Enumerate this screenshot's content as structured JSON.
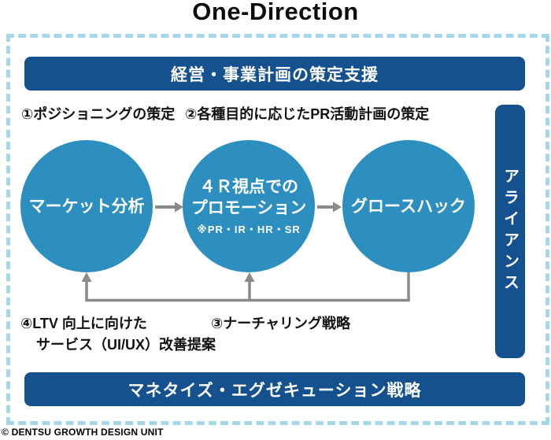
{
  "title": "One-Direction",
  "top_banner": {
    "label": "経営・事業計画の策定支援"
  },
  "bottom_banner": {
    "label": "マネタイズ・エグゼキューション戦略"
  },
  "side_bar": {
    "label": "アライアンス"
  },
  "annotations": {
    "step1": "①ポジショニングの策定",
    "step2": "②各種目的に応じたPR活動計画の策定",
    "step3": "③ナーチャリング戦略",
    "step4_line1": "④LTV 向上に向けた",
    "step4_line2": "サービス（UI/UX）改善提案"
  },
  "circles": [
    {
      "label": "マーケット分析"
    },
    {
      "line1": "４Ｒ視点での",
      "line2": "プロモーション",
      "sub": "※PR・IR・HR・SR"
    },
    {
      "label": "グロースハック"
    }
  ],
  "footer": "© DENTSU GROWTH DESIGN UNIT",
  "colors": {
    "dark_blue": "#15508f",
    "circle_blue": "#2d8fc0",
    "arrow_gray": "#8a8a8a",
    "dash_border_blue": "#a5d7e8",
    "text_black": "#111111"
  }
}
